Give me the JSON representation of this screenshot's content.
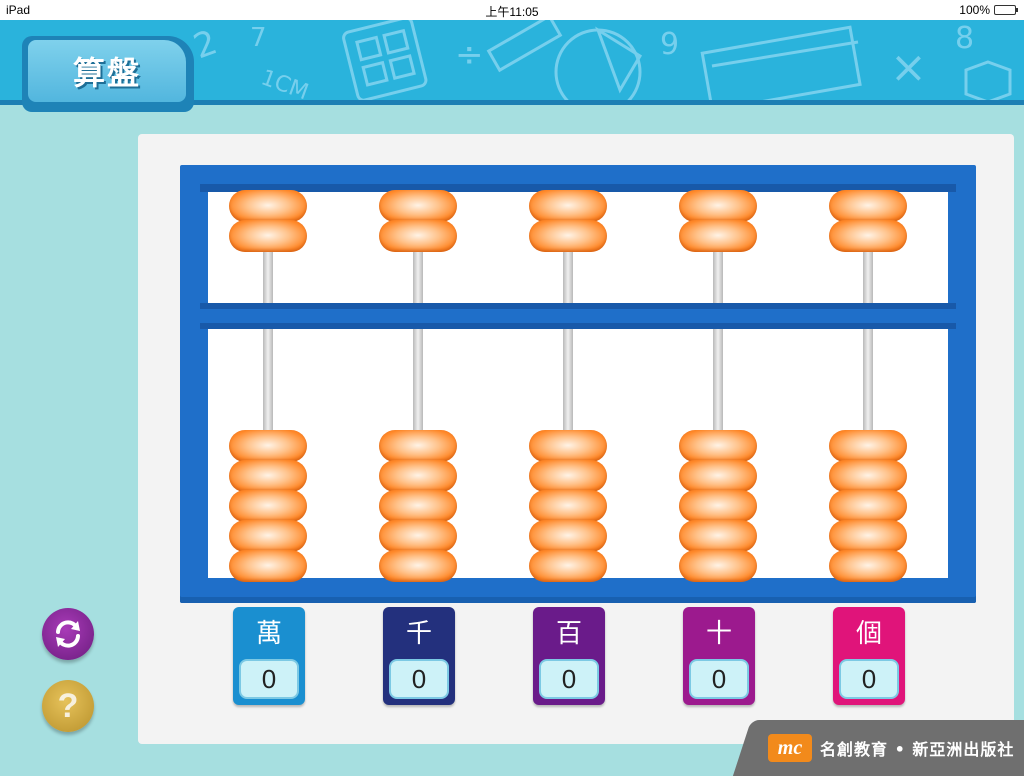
{
  "status_bar": {
    "device": "iPad",
    "time": "上午11:05",
    "battery": "100%",
    "battery_level": 1.0
  },
  "header": {
    "title": "算盤"
  },
  "abacus": {
    "columns": [
      {
        "label": "萬",
        "value": "0",
        "color": "#1a8fd0"
      },
      {
        "label": "千",
        "value": "0",
        "color": "#23307d"
      },
      {
        "label": "百",
        "value": "0",
        "color": "#6a1b8a"
      },
      {
        "label": "十",
        "value": "0",
        "color": "#9c1a8e"
      },
      {
        "label": "個",
        "value": "0",
        "color": "#e0147a"
      }
    ],
    "upper_beads_per_column": 2,
    "lower_beads_per_column": 5
  },
  "controls": {
    "reset_icon": "refresh-icon",
    "help_label": "?"
  },
  "brand": {
    "logo_text": "mc",
    "text": "名創教育 • 新亞洲出版社",
    "logo_color": "#f28a1b"
  },
  "colors": {
    "background": "#a6dfe0",
    "header": "#2ab3dc",
    "frame": "#1f6fc9",
    "bead": "#ff8a2b"
  }
}
